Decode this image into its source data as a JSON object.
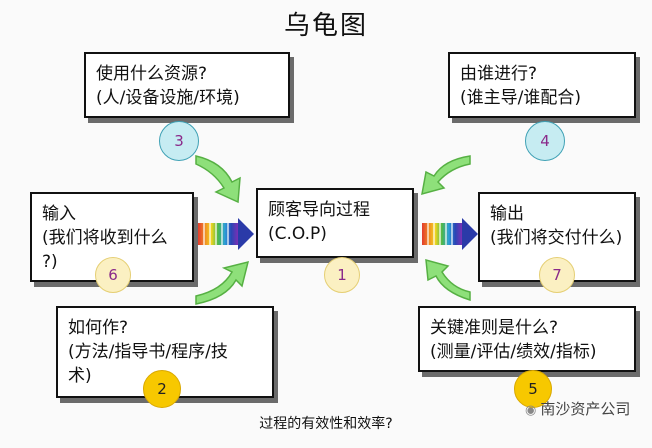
{
  "title": "乌龟图",
  "boxes": {
    "resources": "使用什么资源?\n(人/设备设施/环境)",
    "who": "由谁进行?\n(谁主导/谁配合)",
    "input": "输入\n(我们将收到什么\n?)",
    "process": "顾客导向过程\n(C.O.P)",
    "output": "输出\n(我们将交付什么)",
    "how": "如何作?\n(方法/指导书/程序/技\n术)",
    "criteria": "关键准则是什么?\n(测量/评估/绩效/指标)"
  },
  "numbers": {
    "n1": "1",
    "n2": "2",
    "n3": "3",
    "n4": "4",
    "n5": "5",
    "n6": "6",
    "n7": "7"
  },
  "bottom_question": "过程的有效性和效率?",
  "watermark": "南沙资产公司",
  "colors": {
    "arrow_green": "#8ee07a",
    "arrow_stroke": "#56b043",
    "teal_circle": "#c6ecf2",
    "cream_circle": "#fbf0c2",
    "yellow_circle": "#f7c800",
    "number_purple": "#8a2a8a",
    "rainbow": [
      "#e23b2e",
      "#f08a24",
      "#f3d61f",
      "#4db84b",
      "#2d9fd8",
      "#2946b5",
      "#7a2fb5"
    ]
  }
}
